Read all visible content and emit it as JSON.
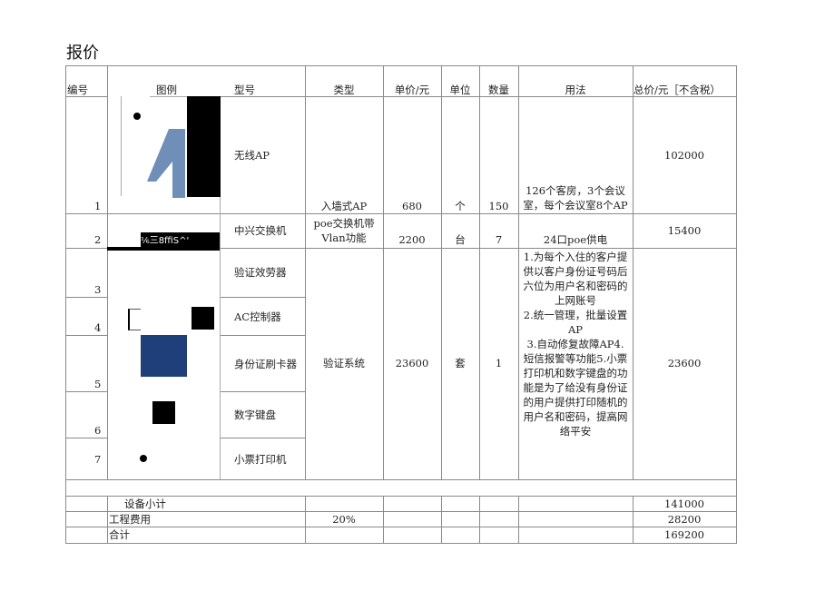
{
  "title": "报价",
  "headers": {
    "no": "编号",
    "image": "图例",
    "model": "型号",
    "type": "类型",
    "unit_price": "单价/元",
    "unit": "单位",
    "qty": "数量",
    "usage": "用法",
    "total": "总价/元［不含税）"
  },
  "rows": [
    {
      "no": "1",
      "model": "无线AP",
      "type": "入墙式AP",
      "unit_price": "680",
      "unit": "个",
      "qty": "150",
      "usage_lines": [
        "126个客房，3个会议",
        "室，每个会议室8个AP"
      ],
      "total": "102000"
    },
    {
      "no": "2",
      "model": "中兴交换机",
      "type_lines": [
        "poe交换机带",
        "Vlan功能"
      ],
      "unit_price": "2200",
      "unit": "台",
      "qty": "7",
      "usage": "24口poe供电",
      "total": "15400",
      "image_caption": "⅙三8ffiS^'"
    },
    {
      "no": "3",
      "model": "验证效劳器"
    },
    {
      "no": "4",
      "model": "AC控制器"
    },
    {
      "no": "5",
      "model": "身份证刷卡器"
    },
    {
      "no": "6",
      "model": "数字键盘"
    },
    {
      "no": "7",
      "model": "小票打印机"
    }
  ],
  "group": {
    "type": "验证系统",
    "unit_price": "23600",
    "unit": "套",
    "qty": "1",
    "total": "23600",
    "usage_lines": [
      "1.为每个入住的客户提",
      "供以客户身份证号码后",
      "六位为用户名和密码的",
      "上网账号",
      "2.统一管理，批量设置",
      "AP",
      "3.自动修复故障AP4.",
      "短信报警等功能5.小票",
      "打印机和数字键盘的功",
      "能是为了给没有身份证",
      "的用户提供打印随机的",
      "用户名和密码，提高网",
      "络平安"
    ]
  },
  "summary": {
    "subtotal_label": "设备小计",
    "subtotal": "141000",
    "engineering_label": "工程费用",
    "engineering_rate": "20%",
    "engineering": "28200",
    "total_label": "合计",
    "total": "169200"
  },
  "colors": {
    "grid": "#8a8a8a",
    "icon_blue": "#6f8fb8",
    "reader_blue": "#1f3f7a"
  }
}
